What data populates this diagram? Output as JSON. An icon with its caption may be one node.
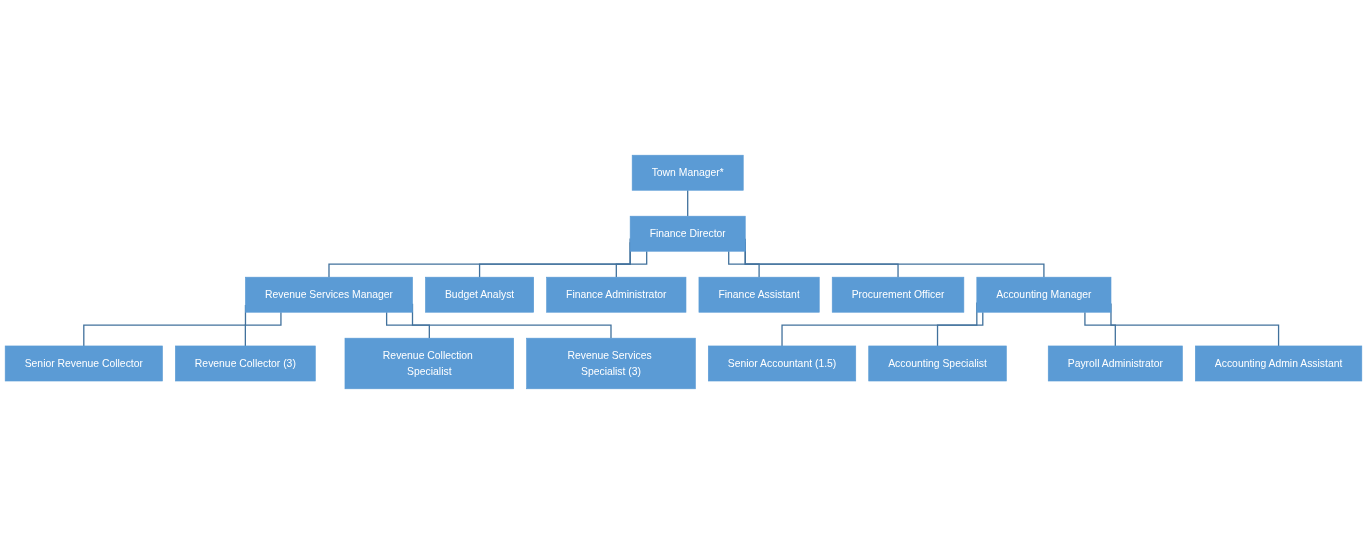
{
  "diagram": {
    "nodes": [
      {
        "text": [
          "Town Manager*"
        ]
      },
      {
        "text": [
          "Finance Director"
        ]
      },
      {
        "text": [
          "Revenue Services Manager"
        ]
      },
      {
        "text": [
          "Budget Analyst"
        ]
      },
      {
        "text": [
          "Finance Administrator"
        ]
      },
      {
        "text": [
          "Finance Assistant"
        ]
      },
      {
        "text": [
          "Procurement Officer"
        ]
      },
      {
        "text": [
          "Accounting Manager"
        ]
      },
      {
        "text": [
          "Senior Revenue Collector"
        ]
      },
      {
        "text": [
          "Revenue Collector (3)"
        ]
      },
      {
        "text": [
          "Revenue Collection Specialist"
        ]
      },
      {
        "text": [
          "Revenue Services Specialist (3)"
        ]
      },
      {
        "text": [
          "Senior Accountant (1.5)"
        ]
      },
      {
        "text": [
          "Accounting Specialist"
        ]
      },
      {
        "text": [
          "Payroll Administrator"
        ]
      },
      {
        "text": [
          "Accounting Admin Assistant"
        ]
      }
    ],
    "edges": [
      {
        "from": 0,
        "to": 1,
        "arrow": "none"
      },
      {
        "from": 1,
        "to": 2,
        "arrow": "none"
      },
      {
        "from": 1,
        "to": 3,
        "arrow": "none"
      },
      {
        "from": 1,
        "to": 4,
        "arrow": "none"
      },
      {
        "from": 1,
        "to": 5,
        "arrow": "none"
      },
      {
        "from": 1,
        "to": 6,
        "arrow": "none"
      },
      {
        "from": 1,
        "to": 7,
        "arrow": "none"
      },
      {
        "from": 2,
        "to": 8,
        "arrow": "none"
      },
      {
        "from": 2,
        "to": 9,
        "arrow": "none"
      },
      {
        "from": 2,
        "to": 10,
        "arrow": "none"
      },
      {
        "from": 2,
        "to": 11,
        "arrow": "none"
      },
      {
        "from": 7,
        "to": 12,
        "arrow": "none"
      },
      {
        "from": 7,
        "to": 13,
        "arrow": "none"
      },
      {
        "from": 7,
        "to": 14,
        "arrow": "none"
      },
      {
        "from": 7,
        "to": 15,
        "arrow": "none"
      }
    ]
  }
}
